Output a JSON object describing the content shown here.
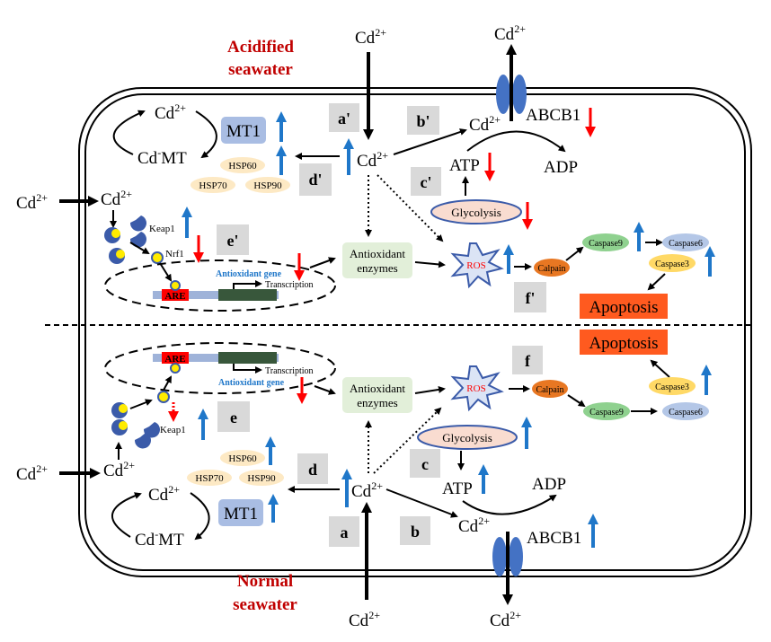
{
  "ion": {
    "base": "Cd",
    "sup": "2+"
  },
  "cdmt": {
    "base": "Cd",
    "sup": "-",
    "rest": "MT"
  },
  "top": {
    "condition_line1": "Acidified",
    "condition_line2": "seawater",
    "labels": {
      "a": "a'",
      "b": "b'",
      "c": "c'",
      "d": "d'",
      "e": "e'",
      "f": "f'"
    }
  },
  "bottom": {
    "condition_line1": "Normal",
    "condition_line2": "seawater",
    "labels": {
      "a": "a",
      "b": "b",
      "c": "c",
      "d": "d",
      "e": "e",
      "f": "f"
    }
  },
  "terms": {
    "mt1": "MT1",
    "hsp60": "HSP60",
    "hsp70": "HSP70",
    "hsp90": "HSP90",
    "keap1": "Keap1",
    "nrf1": "Nrf1",
    "are": "ARE",
    "antioxidant_gene": "Antioxidant gene",
    "transcription": "Transcription",
    "antioxidant_enzymes_1": "Antioxidant",
    "antioxidant_enzymes_2": "enzymes",
    "ros": "ROS",
    "calpain": "Calpain",
    "caspase9": "Caspase9",
    "caspase6": "Caspase6",
    "caspase3": "Caspase3",
    "apoptosis": "Apoptosis",
    "glycolysis": "Glycolysis",
    "atp": "ATP",
    "adp": "ADP",
    "abcb1": "ABCB1"
  },
  "colors": {
    "increase_arrow": "#1f77c9",
    "decrease_arrow": "#ff0000",
    "condition_text": "#c00000",
    "apoptosis_box": "#ff5a1f",
    "mt1_box": "#a9bde3",
    "hsp": "#fde9c4",
    "enzymes_box": "#e2efd9",
    "calpain": "#e87722",
    "caspase9": "#8fd18f",
    "caspase6": "#b4c7e7",
    "caspase3": "#ffd966",
    "glycolysis": "#f9dcd0",
    "channel": "#4472c4"
  }
}
